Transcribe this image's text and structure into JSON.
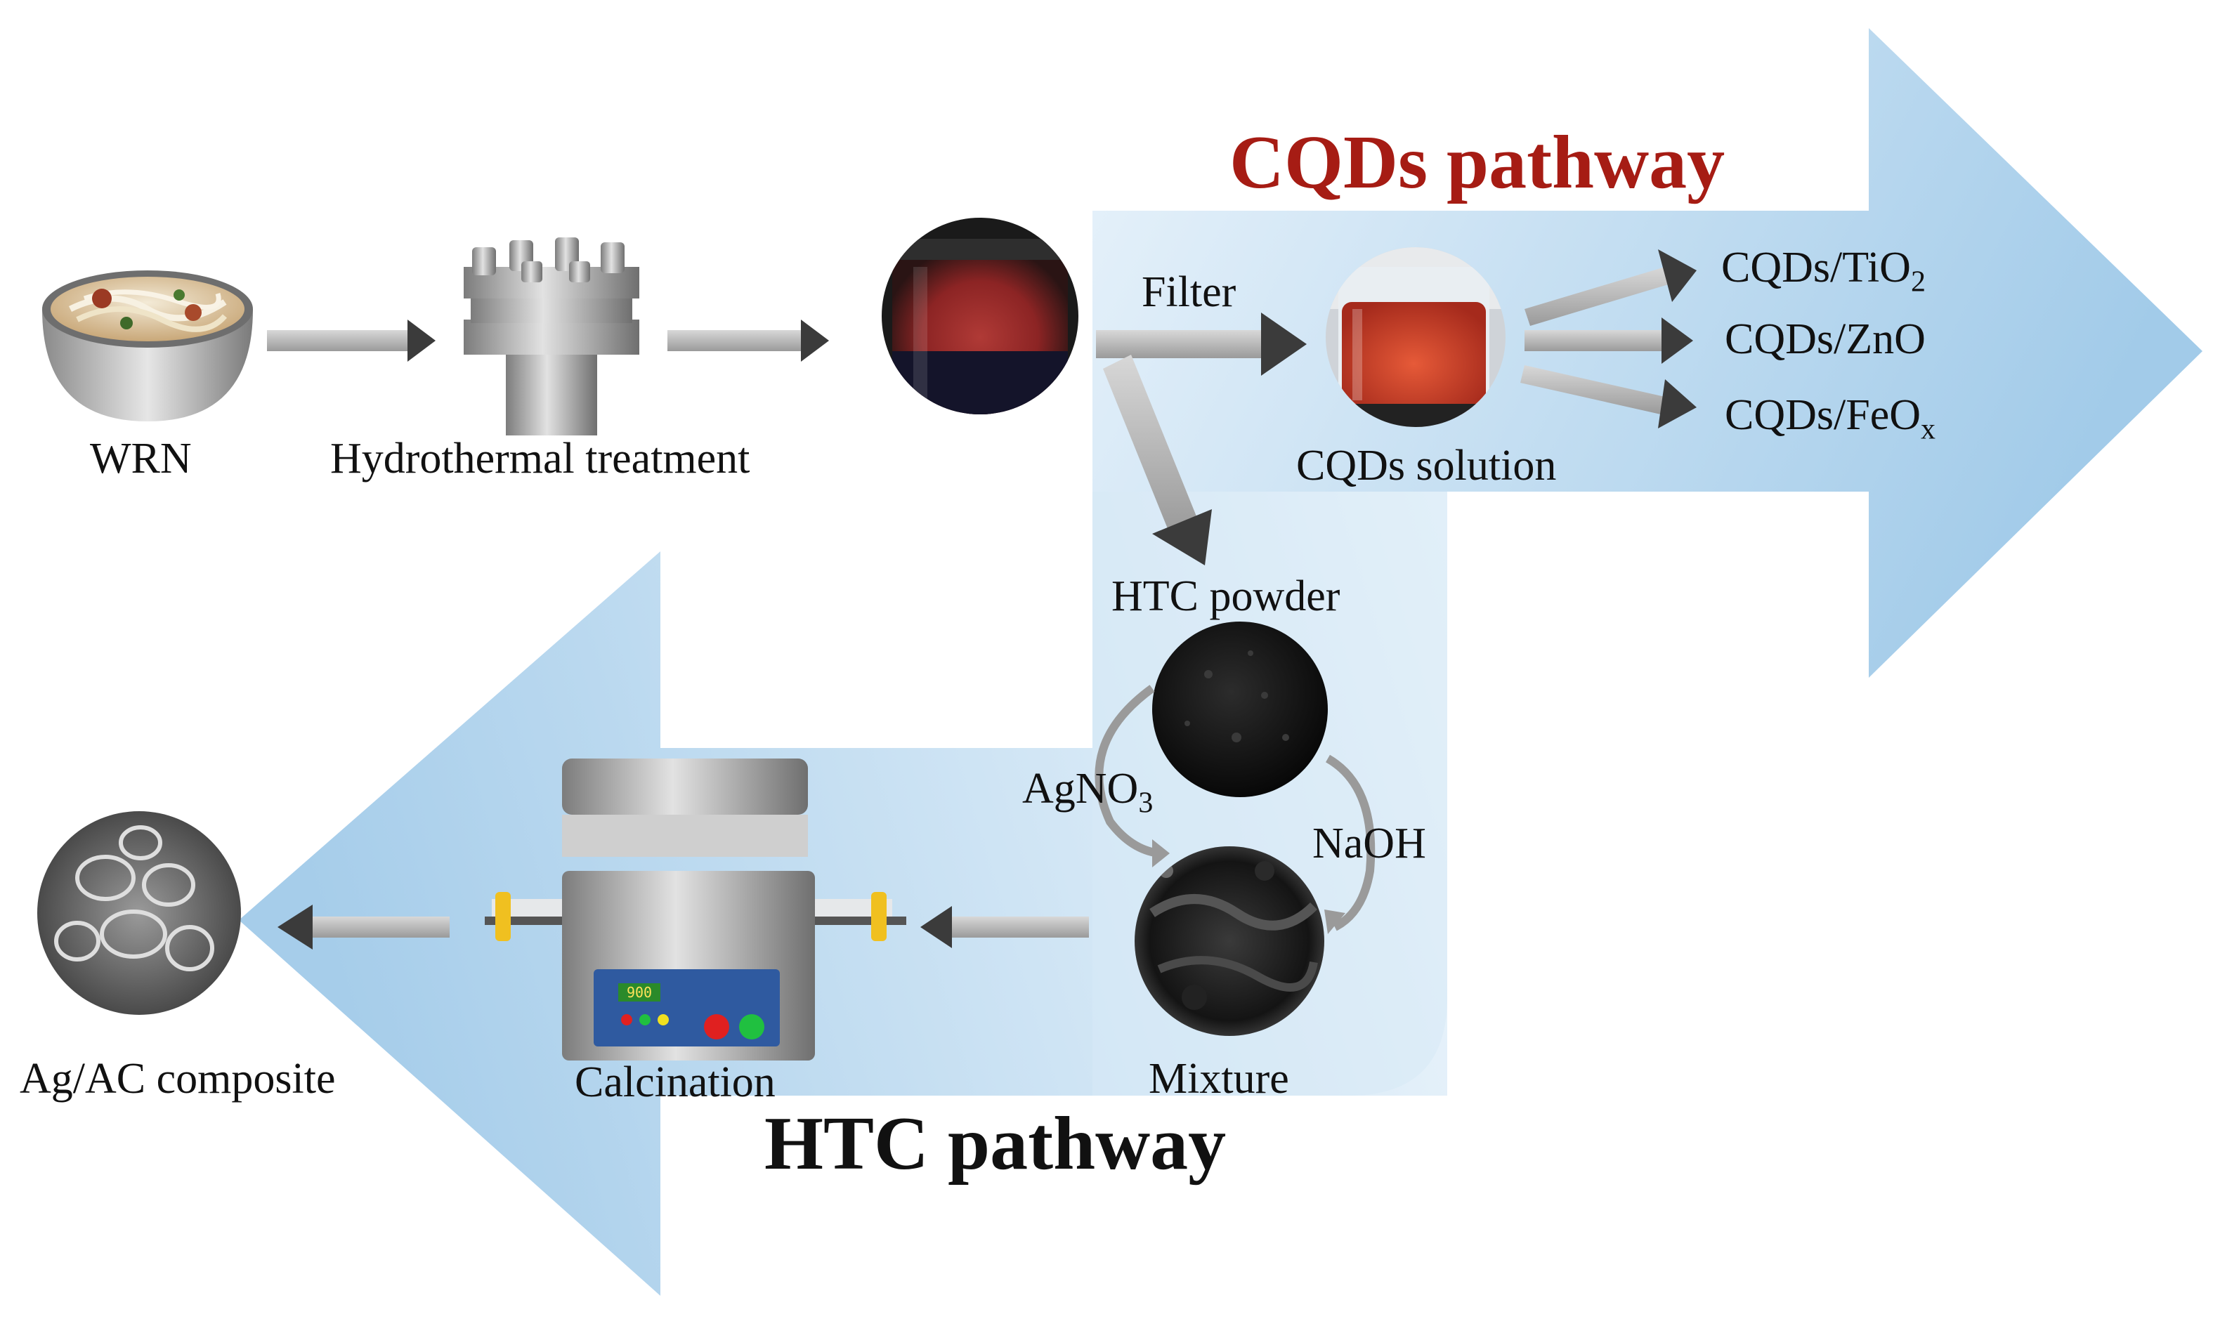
{
  "colors": {
    "cqds_title": "#a61c14",
    "htc_title": "#111111",
    "band_light": "#eef5fb",
    "band_dark": "#9ec9e8",
    "arrow_gray": "#b5b5b5",
    "arrow_head": "#3b3b3b"
  },
  "titles": {
    "cqds_pathway": "CQDs pathway",
    "htc_pathway": "HTC pathway"
  },
  "labels": {
    "wrn": "WRN",
    "hydrothermal": "Hydrothermal treatment",
    "filter": "Filter",
    "cqds_solution": "CQDs solution",
    "htc_powder": "HTC powder",
    "mixture": "Mixture",
    "calcination": "Calcination",
    "ag_ac": "Ag/AC composite",
    "naoh": "NaOH"
  },
  "products": [
    {
      "base": "CQDs/TiO",
      "sub": "2"
    },
    {
      "base": "CQDs/ZnO",
      "sub": ""
    },
    {
      "base": "CQDs/FeO",
      "sub": "x"
    }
  ],
  "agno3": {
    "base": "AgNO",
    "sub": "3"
  },
  "furnace_display": "900",
  "icons": {
    "wrn": "noodle-bowl-icon",
    "reactor": "hydrothermal-reactor-icon",
    "jar": "reaction-jar-icon",
    "beaker": "beaker-icon",
    "powder": "powder-icon",
    "mixture": "mixture-icon",
    "furnace": "tube-furnace-icon",
    "sem": "sem-image-icon"
  }
}
